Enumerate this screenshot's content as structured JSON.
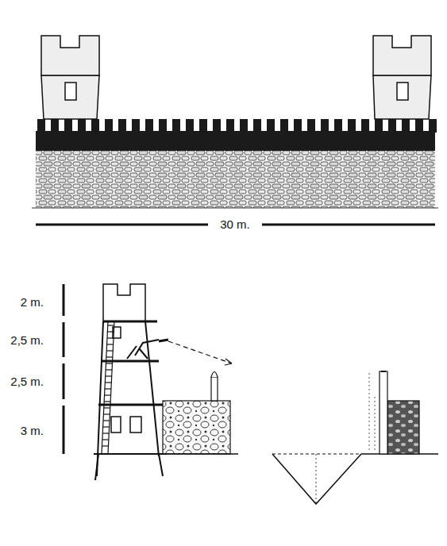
{
  "diagram": {
    "labels": [
      "30 m.",
      "2 m.",
      "2,5 m.",
      "2,5 m.",
      "3 m."
    ]
  }
}
